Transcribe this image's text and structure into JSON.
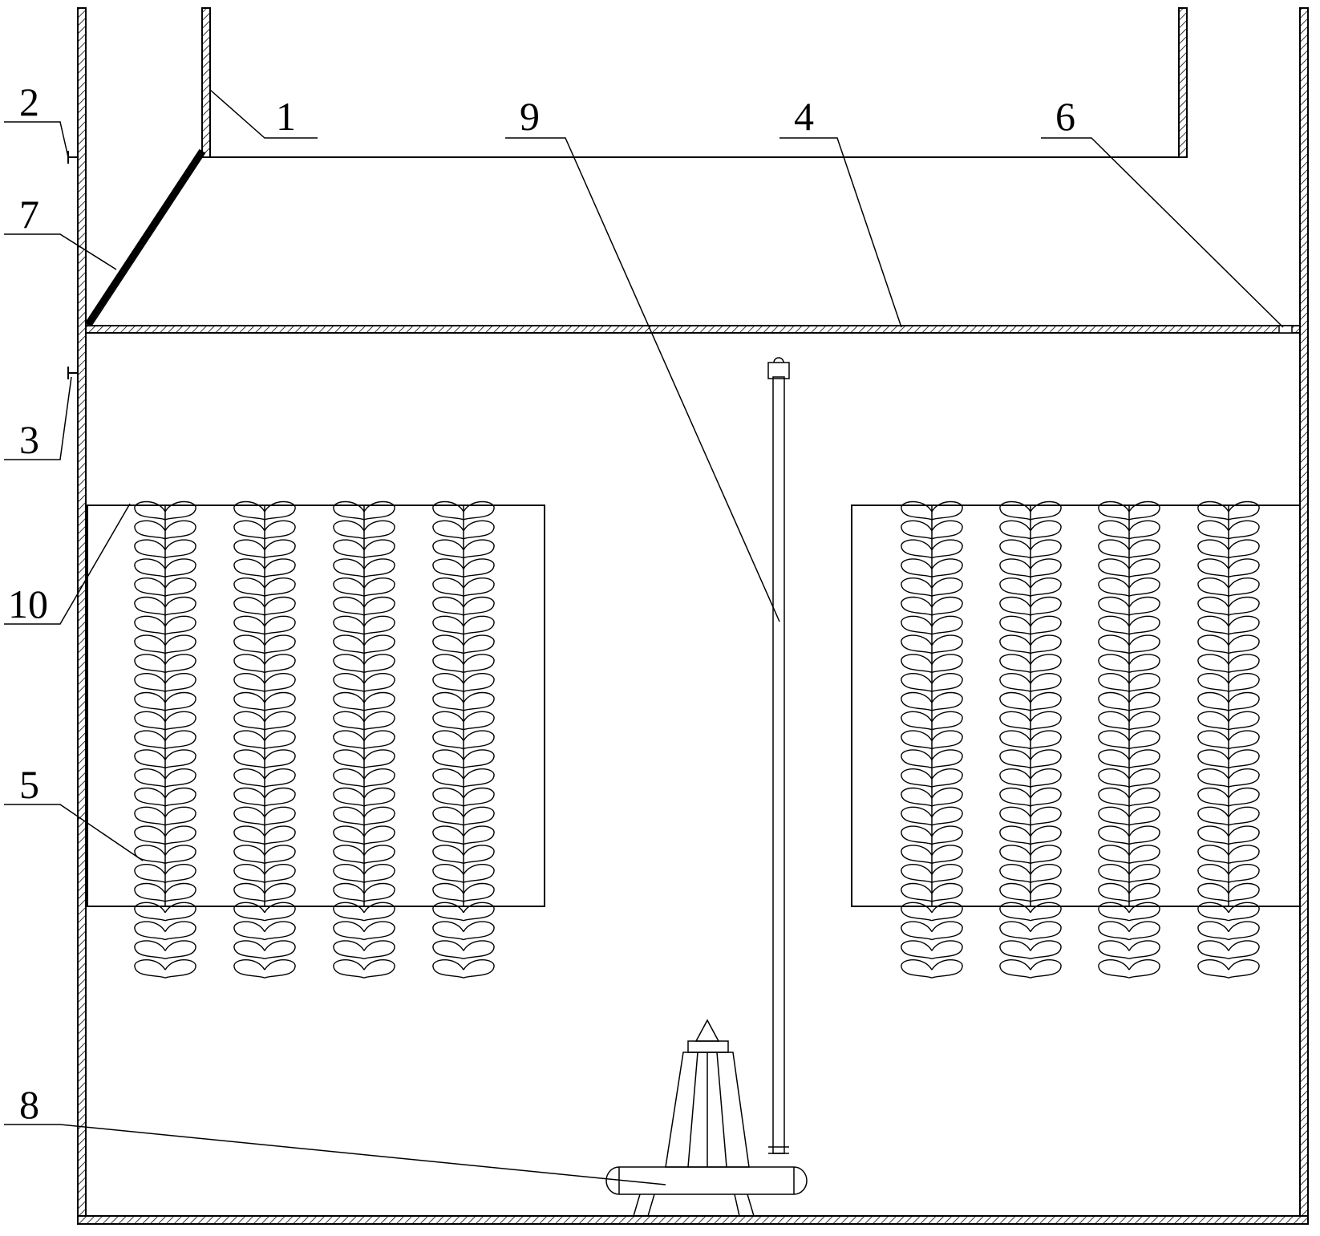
{
  "labels": {
    "l1": "1",
    "l2": "2",
    "l3": "3",
    "l4": "4",
    "l5": "5",
    "l6": "6",
    "l7": "7",
    "l8": "8",
    "l9": "9",
    "l10": "10"
  },
  "icons": {
    "carrier": "herringbone-fiber-icon",
    "pump": "submersible-pump-icon"
  },
  "colors": {
    "line": "#000000",
    "background": "#ffffff"
  }
}
